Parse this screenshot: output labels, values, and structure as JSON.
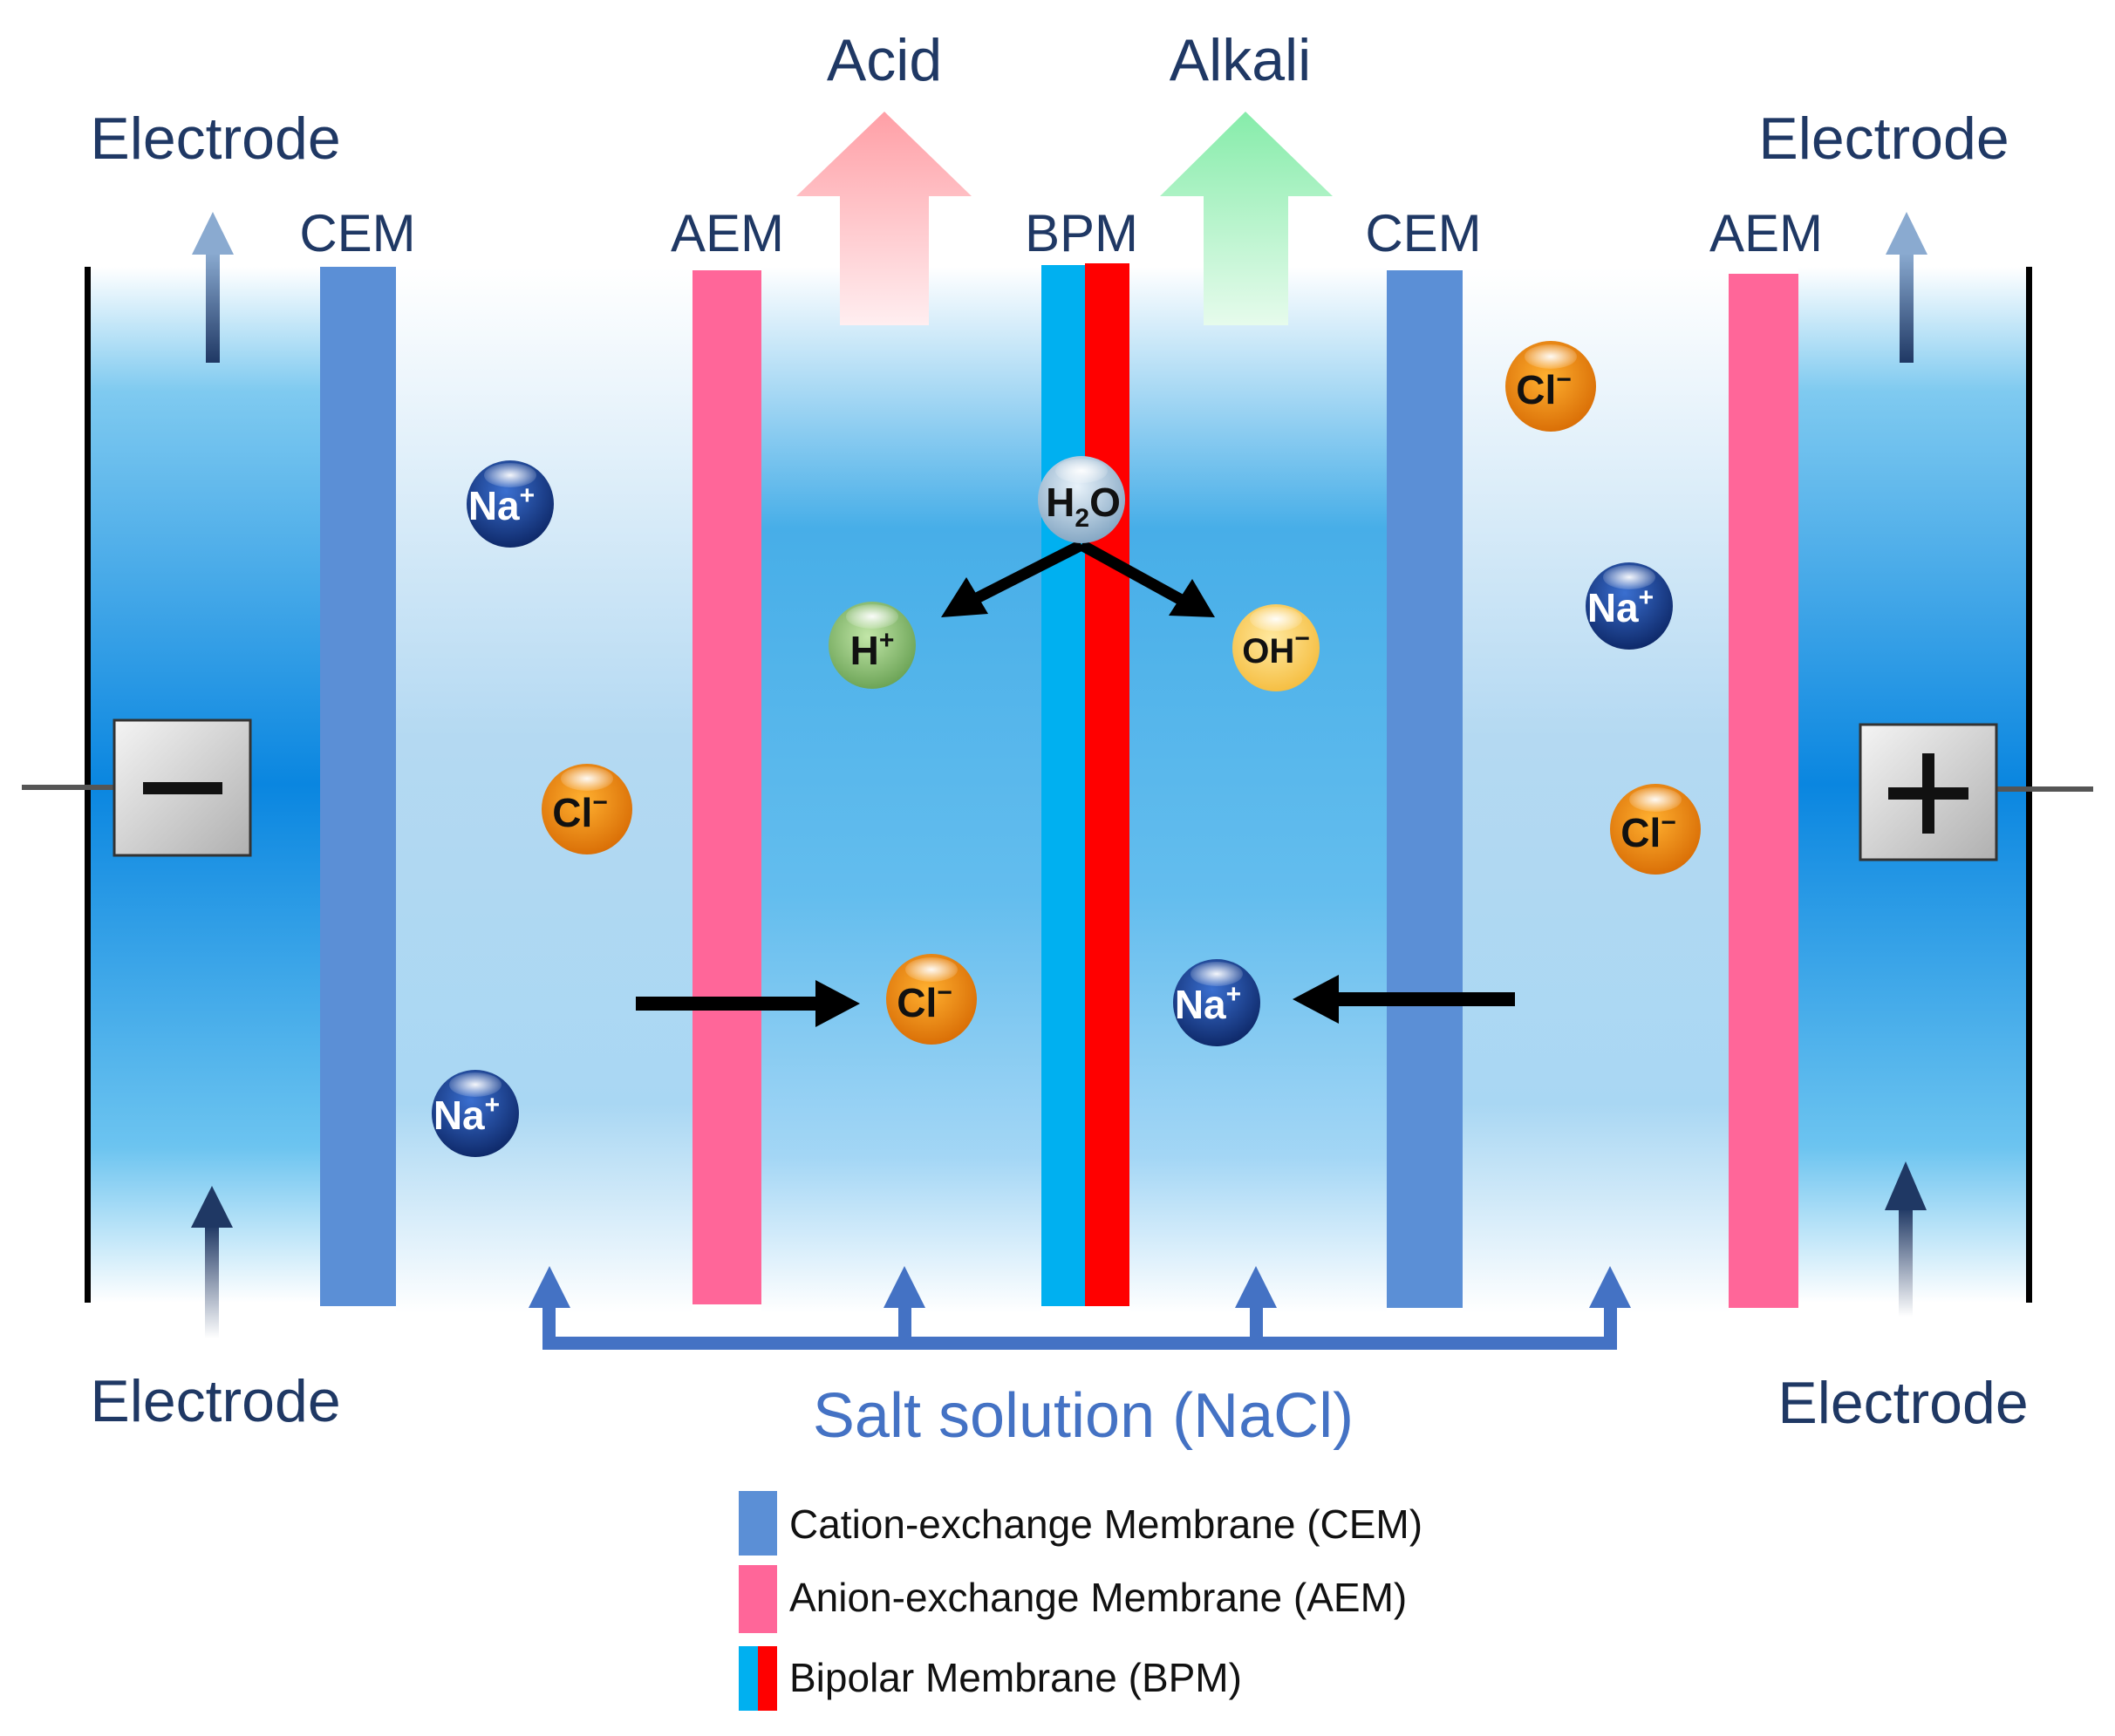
{
  "labels": {
    "acid": "Acid",
    "alkali": "Alkali",
    "electrode_top_left": "Electrode",
    "electrode_top_right": "Electrode",
    "electrode_bottom_left": "Electrode",
    "electrode_bottom_right": "Electrode",
    "salt_solution": "Salt solution (NaCl)"
  },
  "membranes": [
    {
      "label": "CEM",
      "type": "cem"
    },
    {
      "label": "AEM",
      "type": "aem"
    },
    {
      "label": "BPM",
      "type": "bpm"
    },
    {
      "label": "CEM",
      "type": "cem"
    },
    {
      "label": "AEM",
      "type": "aem"
    }
  ],
  "electrodes": {
    "negative_symbol": "−",
    "positive_symbol": "+"
  },
  "ions": {
    "na": {
      "base": "Na",
      "sup": "+"
    },
    "cl": {
      "base": "Cl",
      "sup": "−"
    },
    "h": {
      "base": "H",
      "sup": "+"
    },
    "oh": {
      "base": "OH",
      "sup": "−"
    },
    "h2o": {
      "base": "H",
      "sub": "2",
      "tail": "O"
    }
  },
  "legend": [
    {
      "label": "Cation-exchange Membrane (CEM)"
    },
    {
      "label": "Anion-exchange Membrane (AEM)"
    },
    {
      "label": "Bipolar Membrane (BPM)"
    }
  ],
  "colors": {
    "cem": "#5b8fd6",
    "aem": "#ff6699",
    "bpm_left": "#00b0f0",
    "bpm_right": "#ff0000",
    "text_dark": "#1f3864",
    "salt_arrow": "#4472c4",
    "acid_arrow": "#ff9999",
    "alkali_arrow": "#90eeb0"
  }
}
